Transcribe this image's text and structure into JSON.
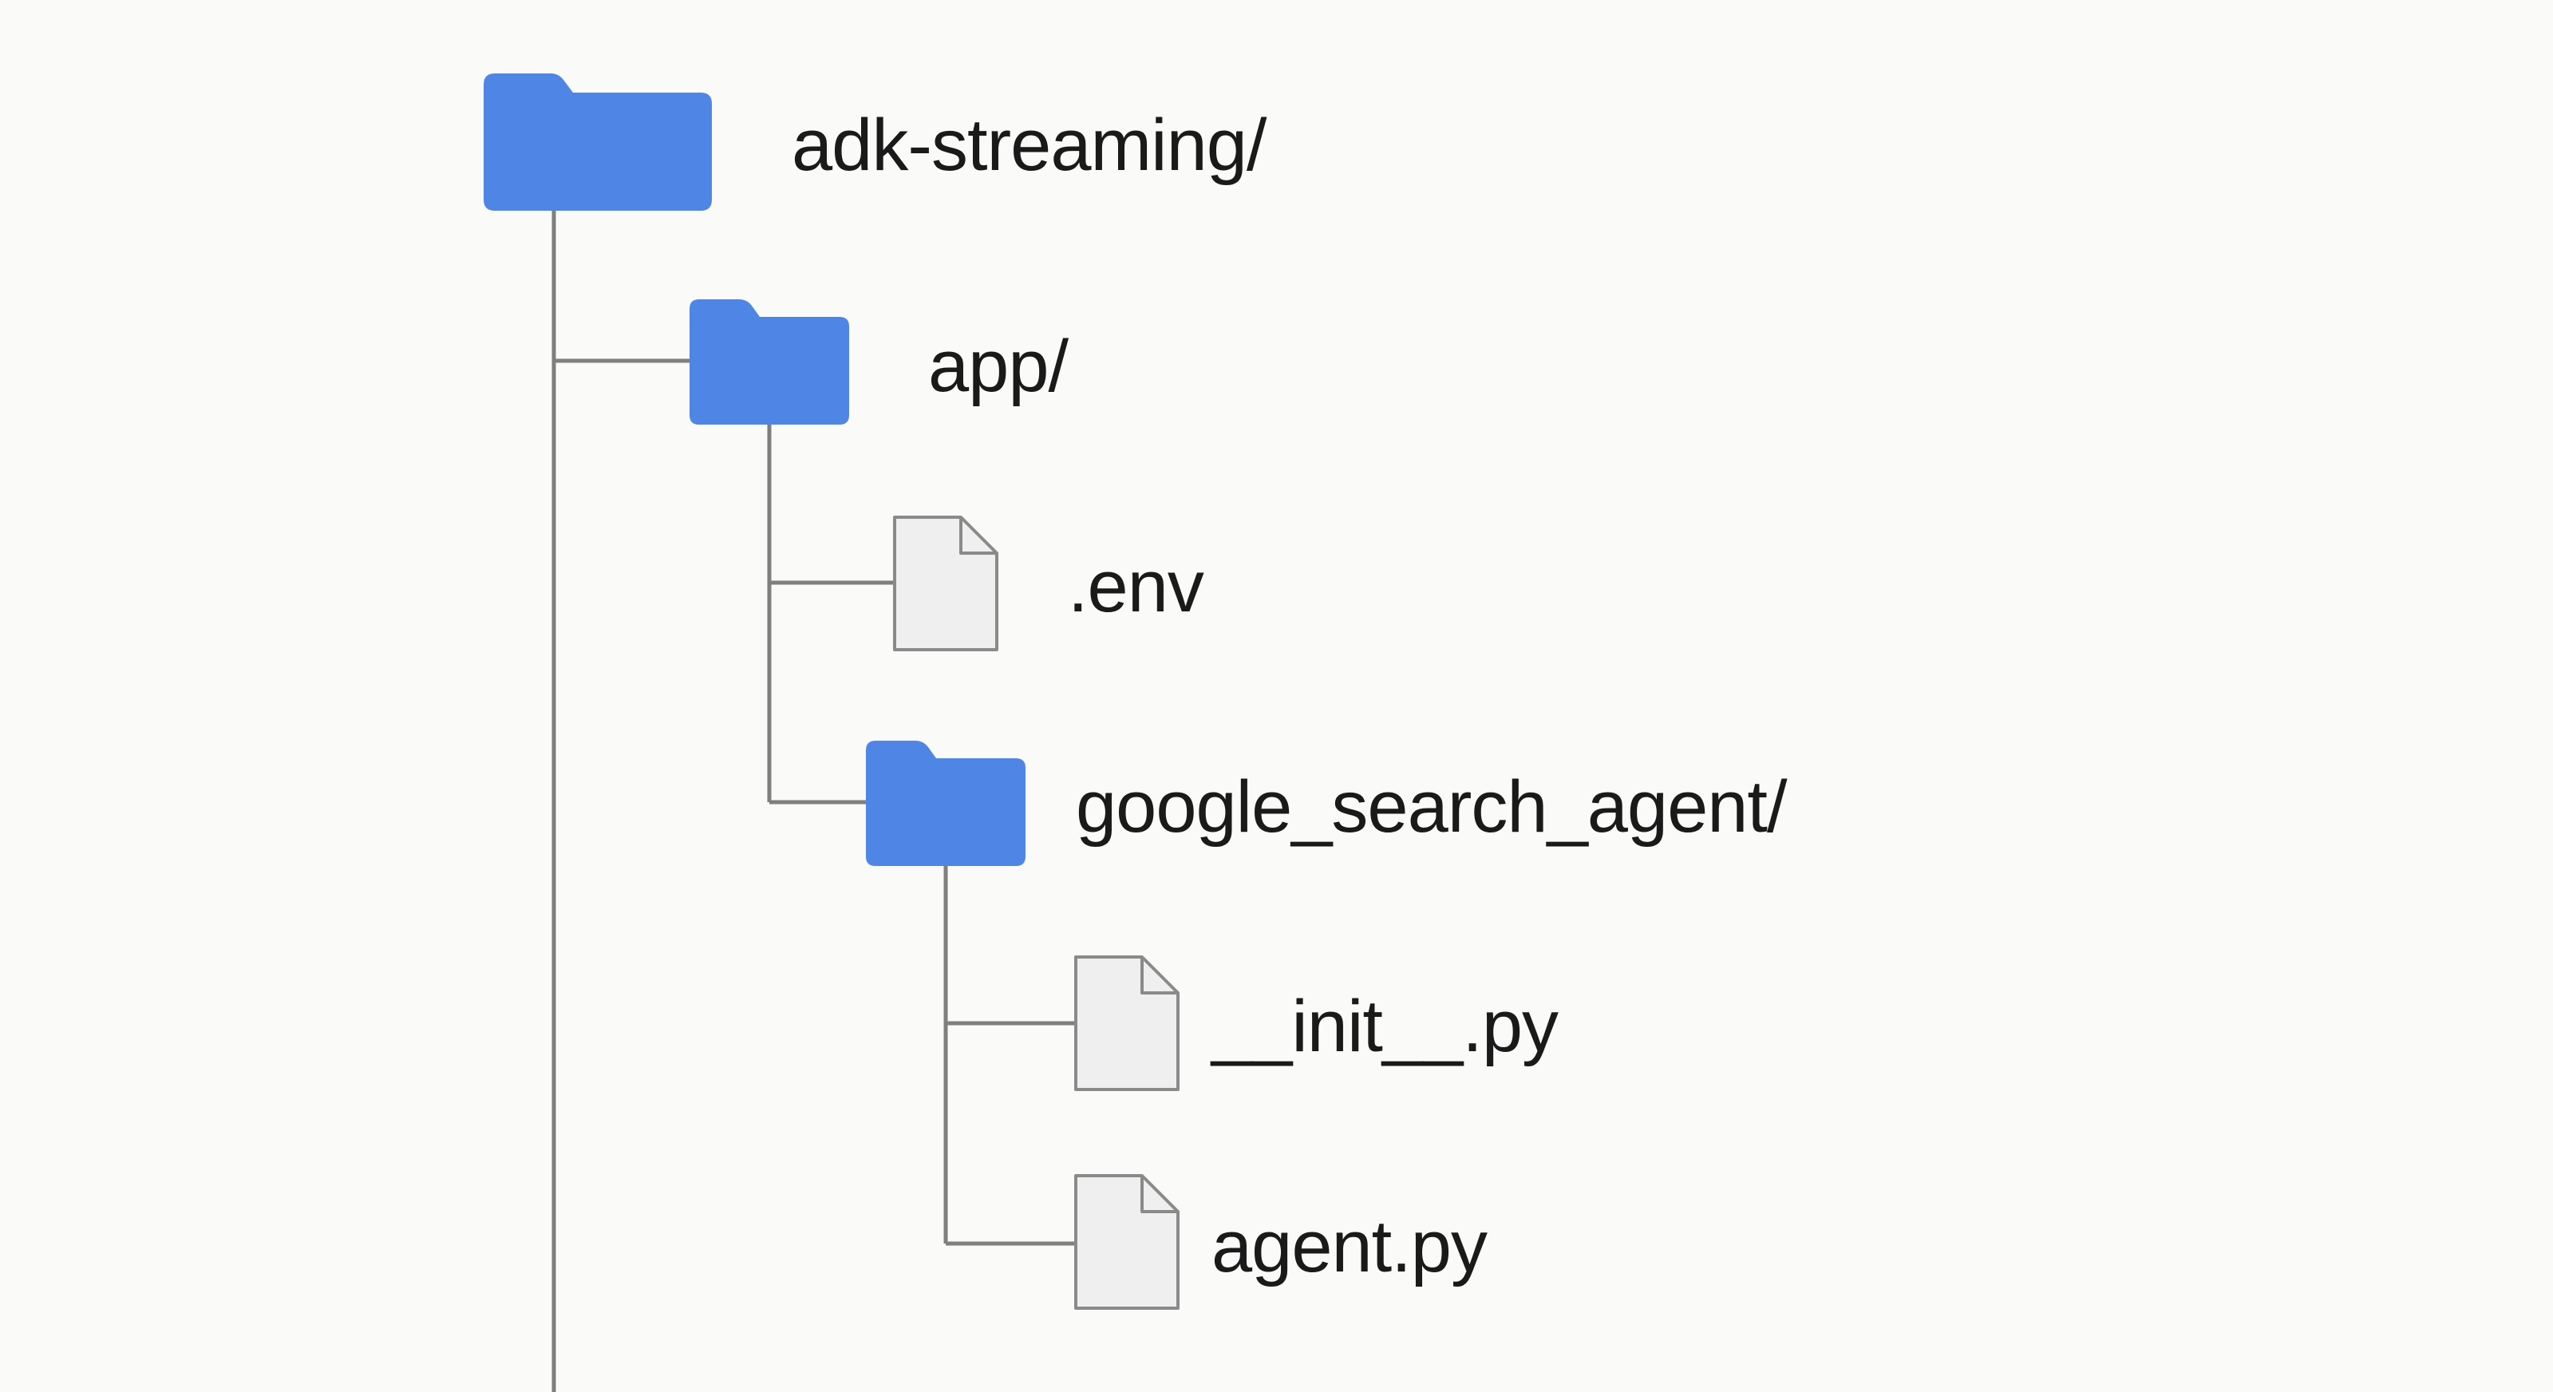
{
  "tree": {
    "accent_color": "#4f86e6",
    "file_fill_color": "#efefef",
    "file_stroke_color": "#8a8a8a",
    "line_color": "#7f7f7f",
    "root": {
      "label": "adk-streaming/",
      "icon": "folder-icon",
      "children": [
        {
          "label": "app/",
          "icon": "folder-icon",
          "children": [
            {
              "label": ".env",
              "icon": "file-icon"
            },
            {
              "label": "google_search_agent/",
              "icon": "folder-icon",
              "children": [
                {
                  "label": "__init__.py",
                  "icon": "file-icon"
                },
                {
                  "label": "agent.py",
                  "icon": "file-icon"
                }
              ]
            }
          ]
        }
      ]
    }
  }
}
